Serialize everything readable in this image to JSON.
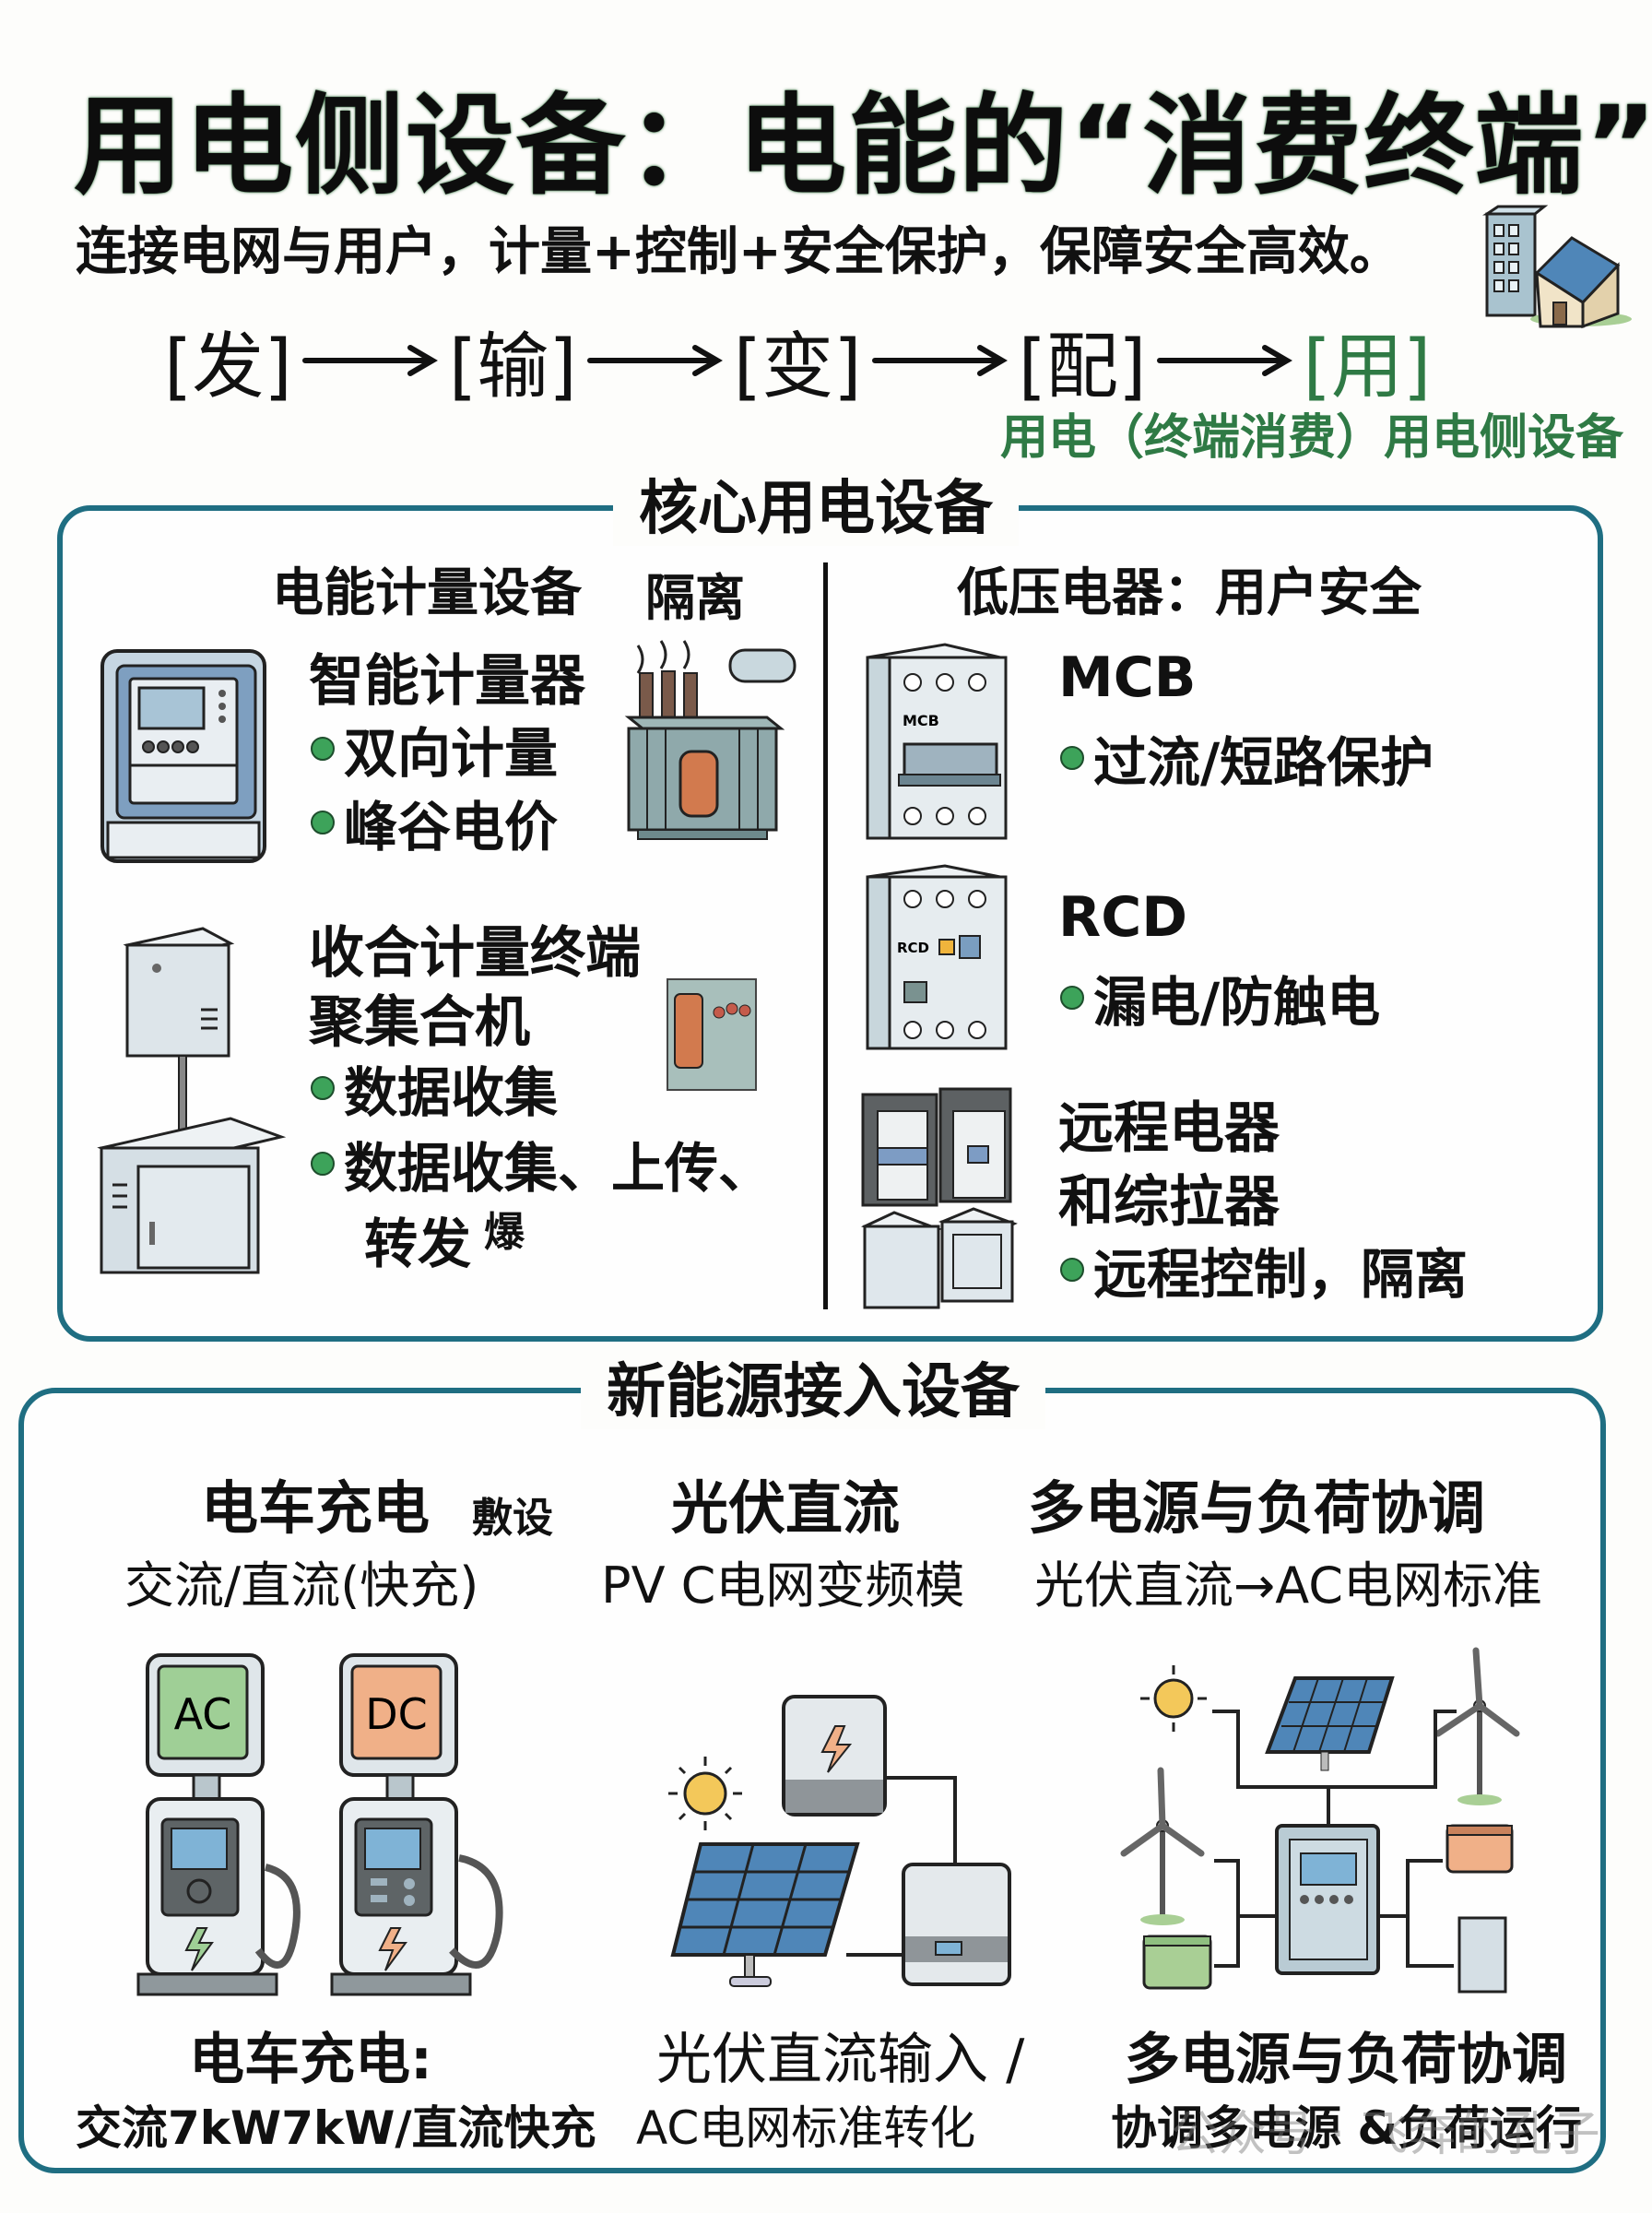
{
  "header": {
    "title": "用电侧设备：电能的“消费终端”",
    "subtitle": "连接电网与用户，计量+控制+安全保护，保障安全高效。",
    "flow": [
      "[发]",
      "[输]",
      "[变]",
      "[配]",
      "[用]"
    ],
    "flow_caption": "用电（终端消费）用电侧设备",
    "accent_green": "#2f7a45"
  },
  "core": {
    "title": "核心用电设备",
    "left": {
      "heading": "电能计量设备",
      "heading_extra": "隔离",
      "items": [
        {
          "name": "智能计量器",
          "bullets": [
            "双向计量",
            "峰谷电价"
          ]
        },
        {
          "name_line1": "收合计量终端",
          "name_line2": "聚集合机",
          "bullets": [
            "数据收集",
            "数据收集、上传、"
          ],
          "tail": "转发",
          "tail_extra": "爆"
        }
      ]
    },
    "right": {
      "heading": "低压电器：用户安全",
      "items": [
        {
          "name": "MCB",
          "label": "MCB",
          "bullets": [
            "过流/短路保护"
          ]
        },
        {
          "name": "RCD",
          "label": "RCD",
          "bullets": [
            "漏电/防触电"
          ]
        },
        {
          "name_line1": "远程电器",
          "name_line2": "和综拉器",
          "bullets": [
            "远程控制，隔离"
          ]
        }
      ]
    }
  },
  "new_energy": {
    "title": "新能源接入设备",
    "columns": [
      {
        "heading": "电车充电",
        "heading_extra": "敷设",
        "sub": "交流/直流(快充)",
        "badges": [
          "AC",
          "DC"
        ],
        "foot1": "电车充电:",
        "foot2": "交流7kW7kW/直流快充"
      },
      {
        "heading": "光伏直流",
        "sub": "PV C电网变频模",
        "foot1": "光伏直流输入 /",
        "foot2": "AC电网标准转化"
      },
      {
        "heading": "多电源与负荷协调",
        "sub": "光伏直流→AC电网标准",
        "foot1": "多电源与负荷协调",
        "foot2": "协调多电源 &负荷运行"
      }
    ]
  },
  "watermark": "公众号 · 飞奔的孔子",
  "colors": {
    "panel_border": "#1f6e82",
    "bullet": "#3da35a",
    "ac_badge": "#9fcf96",
    "dc_badge": "#f0b088",
    "solar": "#4f86b8",
    "sun": "#f3c85a"
  }
}
